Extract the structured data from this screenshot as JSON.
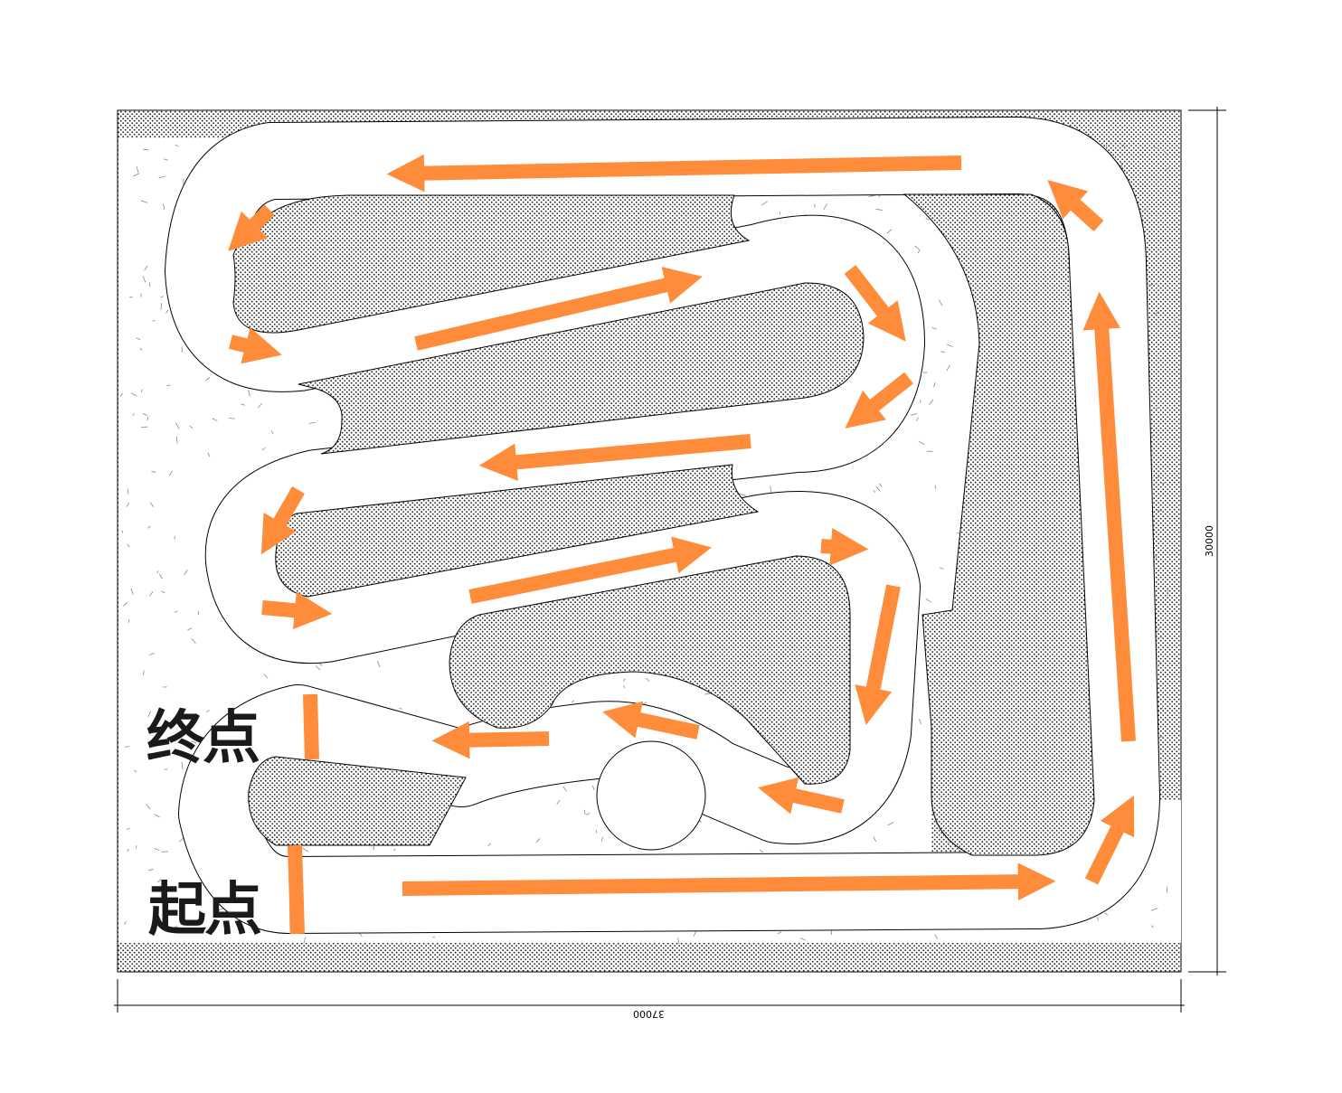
{
  "labels": {
    "start": "起点",
    "finish": "终点"
  },
  "dimensions": {
    "height": "30000",
    "width": "37000"
  },
  "colors": {
    "arrow": "#FF8C3A",
    "outline": "#000000",
    "track": "#ffffff",
    "speckle": "#888888"
  }
}
